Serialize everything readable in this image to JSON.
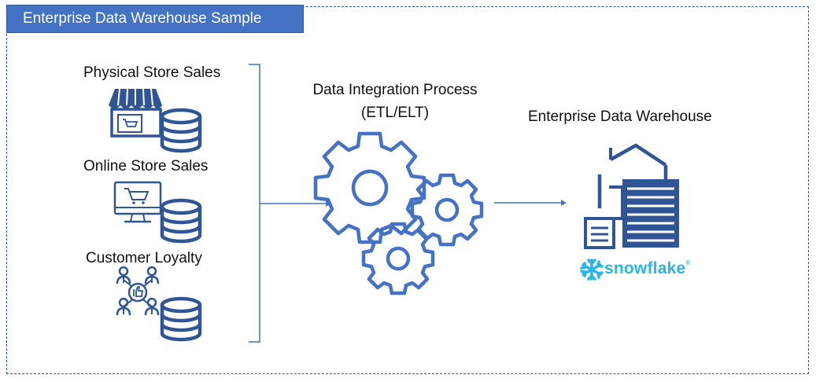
{
  "header": {
    "title": "Enterprise Data Warehouse Sample"
  },
  "sources": [
    {
      "label": "Physical Store Sales",
      "icon": "store-icon"
    },
    {
      "label": "Online Store Sales",
      "icon": "monitor-cart-icon"
    },
    {
      "label": "Customer Loyalty",
      "icon": "customer-network-icon"
    }
  ],
  "process": {
    "line1": "Data Integration Process",
    "line2": "(ETL/ELT)",
    "icon": "gears-icon"
  },
  "warehouse": {
    "label": "Enterprise Data Warehouse",
    "brand": "snowflake",
    "brand_mark": "®",
    "icon": "server-icon"
  },
  "colors": {
    "accent": "#4472c4",
    "border": "#2f5597",
    "icon": "#2f5597",
    "brand": "#29b5e8"
  }
}
